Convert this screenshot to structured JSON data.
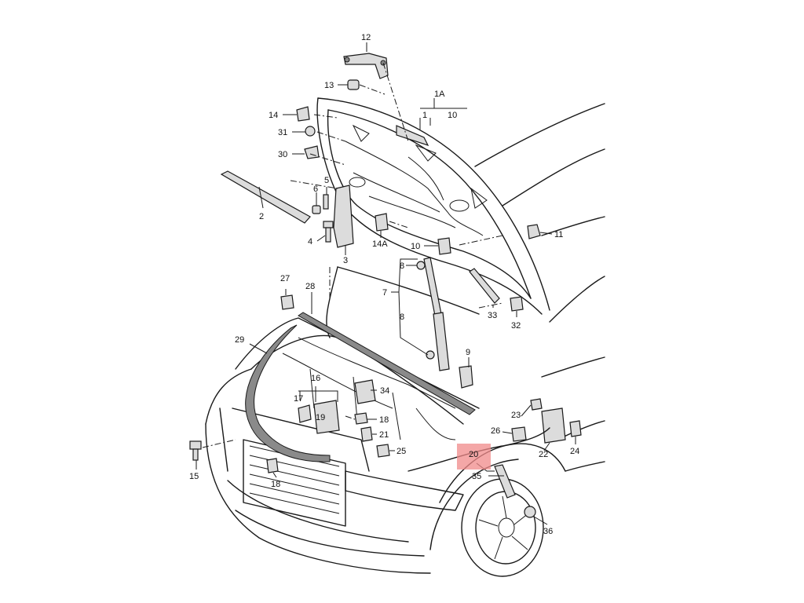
{
  "callouts": {
    "c1": "1",
    "c1A": "1A",
    "c10top": "10",
    "c2": "2",
    "c3": "3",
    "c4": "4",
    "c5": "5",
    "c6": "6",
    "c7": "7",
    "c8a": "8",
    "c8b": "8",
    "c9": "9",
    "c10": "10",
    "c11": "11",
    "c12": "12",
    "c13": "13",
    "c14": "14",
    "c14A": "14A",
    "c15": "15",
    "c16": "16",
    "c17": "17",
    "c18a": "18",
    "c18b": "18",
    "c19": "19",
    "c20": "20",
    "c21": "21",
    "c22": "22",
    "c23": "23",
    "c24": "24",
    "c25": "25",
    "c26": "26",
    "c27": "27",
    "c28": "28",
    "c29": "29",
    "c30": "30",
    "c31": "31",
    "c32": "32",
    "c33": "33",
    "c34": "34",
    "c35": "35",
    "c36": "36"
  },
  "highlight": {
    "part": "20",
    "color": "#f08a8a"
  }
}
